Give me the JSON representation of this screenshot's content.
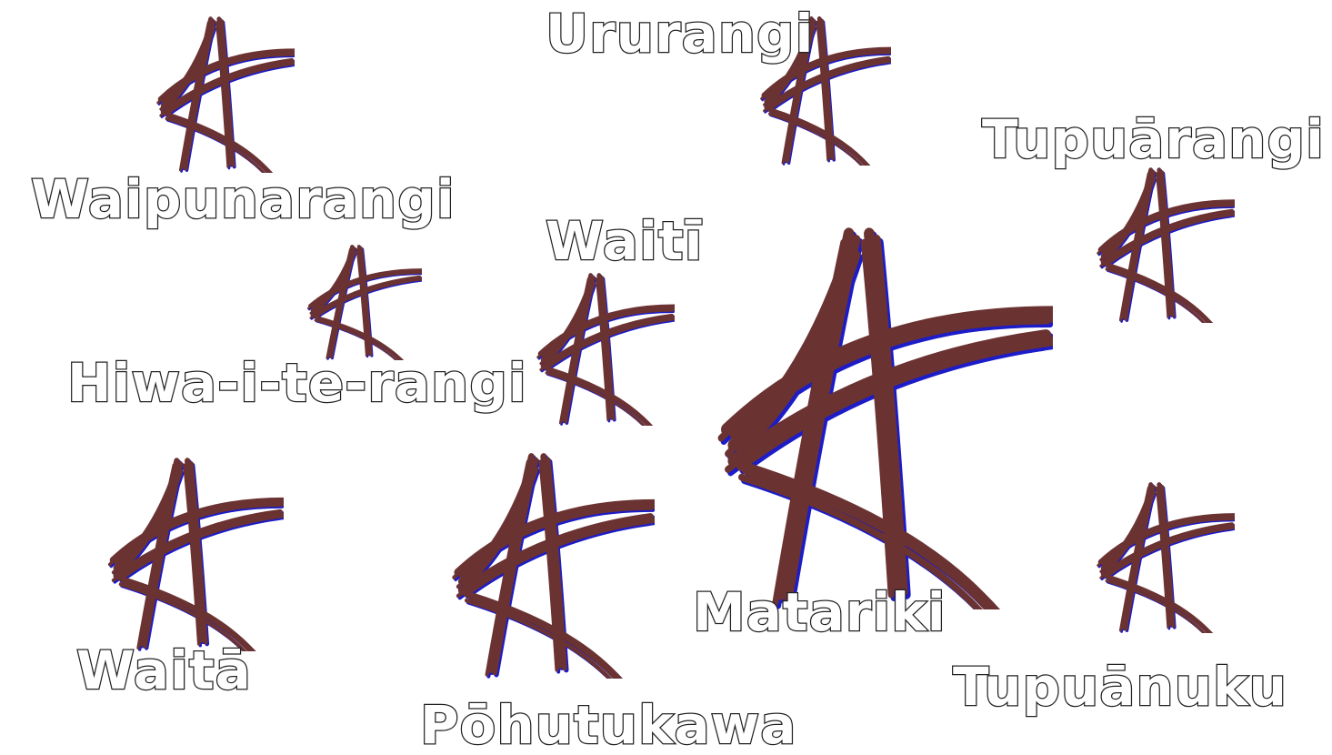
{
  "colors": {
    "stroke_main": "#6b3232",
    "stroke_shadow": "#1c1cc8",
    "label_fill": "#ffffff",
    "label_outline": "#222222"
  },
  "icon": "brush-star-icon",
  "stars": [
    {
      "name": "Ururangi"
    },
    {
      "name": "Waipunarangi"
    },
    {
      "name": "Tupuārangi"
    },
    {
      "name": "Waitī"
    },
    {
      "name": "Hiwa-i-te-rangi"
    },
    {
      "name": "Matariki"
    },
    {
      "name": "Waitā"
    },
    {
      "name": "Pōhutukawa"
    },
    {
      "name": "Tupuānuku"
    }
  ]
}
